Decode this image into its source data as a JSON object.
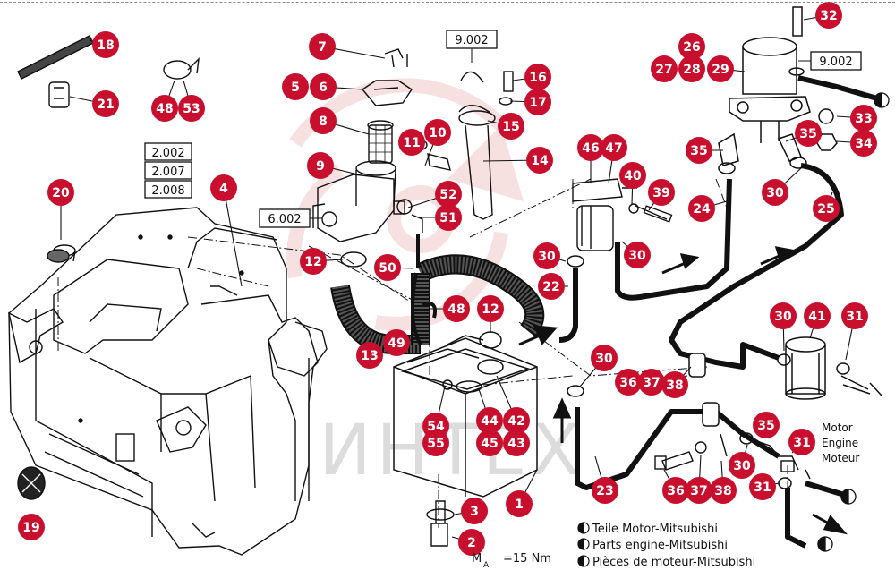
{
  "diagram": {
    "ref_boxes": {
      "b2002": "2.002",
      "b2007": "2.007",
      "b2008": "2.008",
      "b6002": "6.002",
      "b9002a": "9.002",
      "b9002b": "9.002"
    },
    "callouts": [
      {
        "id": "c1",
        "label": "1"
      },
      {
        "id": "c2",
        "label": "2"
      },
      {
        "id": "c3",
        "label": "3"
      },
      {
        "id": "c4",
        "label": "4"
      },
      {
        "id": "c5",
        "label": "5"
      },
      {
        "id": "c6",
        "label": "6"
      },
      {
        "id": "c7",
        "label": "7"
      },
      {
        "id": "c8",
        "label": "8"
      },
      {
        "id": "c9",
        "label": "9"
      },
      {
        "id": "c10",
        "label": "10"
      },
      {
        "id": "c11",
        "label": "11"
      },
      {
        "id": "c12a",
        "label": "12"
      },
      {
        "id": "c12b",
        "label": "12"
      },
      {
        "id": "c13",
        "label": "13"
      },
      {
        "id": "c14",
        "label": "14"
      },
      {
        "id": "c15",
        "label": "15"
      },
      {
        "id": "c16",
        "label": "16"
      },
      {
        "id": "c17",
        "label": "17"
      },
      {
        "id": "c18",
        "label": "18"
      },
      {
        "id": "c19",
        "label": "19"
      },
      {
        "id": "c20",
        "label": "20"
      },
      {
        "id": "c21",
        "label": "21"
      },
      {
        "id": "c22",
        "label": "22"
      },
      {
        "id": "c23",
        "label": "23"
      },
      {
        "id": "c24",
        "label": "24"
      },
      {
        "id": "c25",
        "label": "25"
      },
      {
        "id": "c26",
        "label": "26"
      },
      {
        "id": "c27",
        "label": "27"
      },
      {
        "id": "c28",
        "label": "28"
      },
      {
        "id": "c29",
        "label": "29"
      },
      {
        "id": "c30a",
        "label": "30"
      },
      {
        "id": "c30b",
        "label": "30"
      },
      {
        "id": "c30c",
        "label": "30"
      },
      {
        "id": "c30d",
        "label": "30"
      },
      {
        "id": "c30e",
        "label": "30"
      },
      {
        "id": "c30f",
        "label": "30"
      },
      {
        "id": "c31a",
        "label": "31"
      },
      {
        "id": "c31b",
        "label": "31"
      },
      {
        "id": "c31c",
        "label": "31"
      },
      {
        "id": "c32",
        "label": "32"
      },
      {
        "id": "c33",
        "label": "33"
      },
      {
        "id": "c34",
        "label": "34"
      },
      {
        "id": "c35a",
        "label": "35"
      },
      {
        "id": "c35b",
        "label": "35"
      },
      {
        "id": "c35c",
        "label": "35"
      },
      {
        "id": "c36a",
        "label": "36"
      },
      {
        "id": "c36b",
        "label": "36"
      },
      {
        "id": "c37a",
        "label": "37"
      },
      {
        "id": "c37b",
        "label": "37"
      },
      {
        "id": "c38a",
        "label": "38"
      },
      {
        "id": "c38b",
        "label": "38"
      },
      {
        "id": "c39",
        "label": "39"
      },
      {
        "id": "c40",
        "label": "40"
      },
      {
        "id": "c41",
        "label": "41"
      },
      {
        "id": "c42",
        "label": "42"
      },
      {
        "id": "c43",
        "label": "43"
      },
      {
        "id": "c44",
        "label": "44"
      },
      {
        "id": "c45",
        "label": "45"
      },
      {
        "id": "c46",
        "label": "46"
      },
      {
        "id": "c47",
        "label": "47"
      },
      {
        "id": "c48a",
        "label": "48"
      },
      {
        "id": "c48b",
        "label": "48"
      },
      {
        "id": "c49",
        "label": "49"
      },
      {
        "id": "c50",
        "label": "50"
      },
      {
        "id": "c51",
        "label": "51"
      },
      {
        "id": "c52",
        "label": "52"
      },
      {
        "id": "c53",
        "label": "53"
      },
      {
        "id": "c54",
        "label": "54"
      },
      {
        "id": "c55",
        "label": "55"
      }
    ],
    "engine_label": [
      "Motor",
      "Engine",
      "Moteur"
    ],
    "torque": {
      "prefix": "M",
      "subscript": "A",
      "value": "=15 Nm"
    },
    "legend": [
      "Teile Motor-Mitsubishi",
      "Parts engine-Mitsubishi",
      "Pièces de moteur-Mitsubishi"
    ],
    "watermark": "ИНТЕХ",
    "colors": {
      "callout": "#c8102e",
      "ink": "#111111",
      "watermark": "#e9a7a7"
    }
  }
}
